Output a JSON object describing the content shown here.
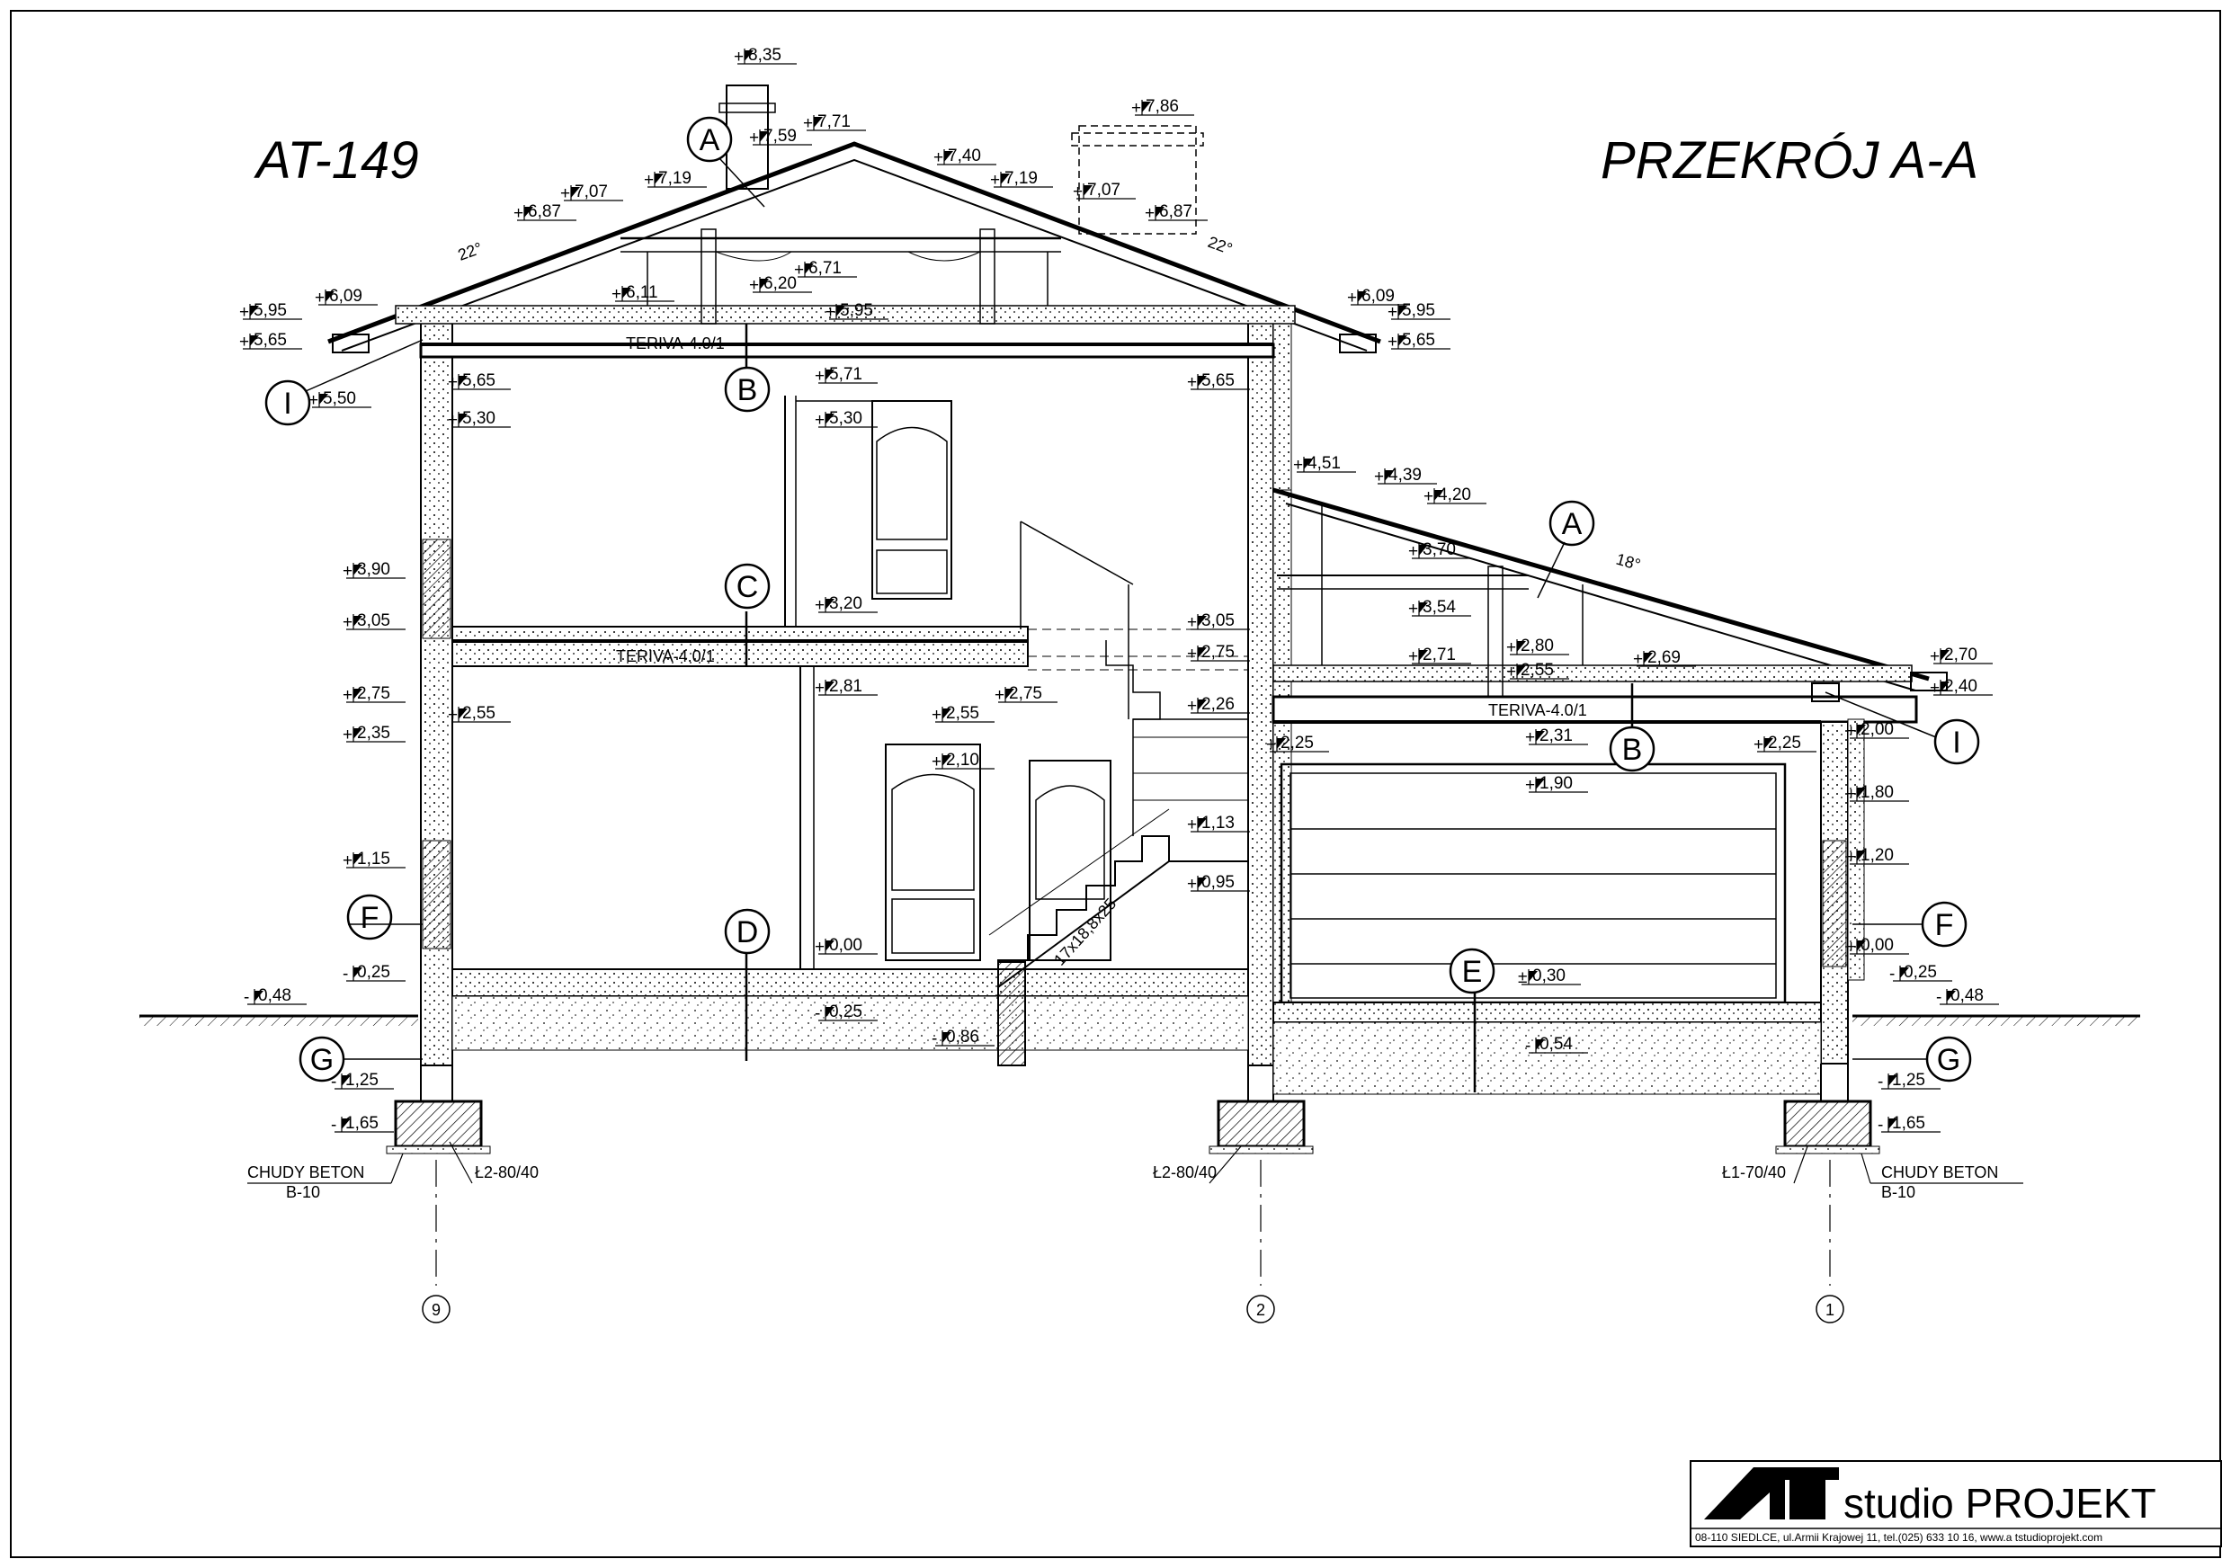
{
  "project_code": "AT-149",
  "section_title": "PRZEKRÓJ  A-A",
  "ceiling_label": "TERIVA-4.0/1",
  "stair_label": "17x18,8x25",
  "roof_angles": {
    "main_left": "22°",
    "main_right": "22°",
    "garage": "18°"
  },
  "section_markers": {
    "a": "A",
    "b": "B",
    "c": "C",
    "d": "D",
    "e": "E",
    "f": "F",
    "g": "G",
    "i": "I"
  },
  "axes": {
    "left": "9",
    "middle": "2",
    "right": "1"
  },
  "footings": {
    "left": "Ł2-80/40",
    "middle": "Ł2-80/40",
    "right": "Ł1-70/40",
    "lean_concrete": "CHUDY BETON",
    "concrete_class": "B-10"
  },
  "levels": {
    "l835": "8,35",
    "l786": "7,86",
    "l771": "7,71",
    "l759": "7,59",
    "l740": "7,40",
    "l719a": "7,19",
    "l719b": "7,19",
    "l707a": "7,07",
    "l707b": "7,07",
    "l687a": "6,87",
    "l687b": "6,87",
    "l671": "6,71",
    "l620": "6,20",
    "l611": "6,11",
    "l609a": "6,09",
    "l609b": "6,09",
    "l595a": "5,95",
    "l595b": "5,95",
    "l595c": "5,95",
    "l571": "5,71",
    "l565a": "5,65",
    "l565b": "5,65",
    "l565c": "5,65",
    "l565d": "5,65",
    "l550": "5,50",
    "l530a": "5,30",
    "l530b": "5,30",
    "l451": "4,51",
    "l439": "4,39",
    "l420": "4,20",
    "l390": "3,90",
    "l370": "3,70",
    "l354": "3,54",
    "l320": "3,20",
    "l305a": "3,05",
    "l305b": "3,05",
    "l280": "2,80",
    "l281": "2,81",
    "l275a": "2,75",
    "l275b": "2,75",
    "l275c": "2,75",
    "l271": "2,71",
    "l270": "2,70",
    "l269": "2,69",
    "l255a": "2,55",
    "l255b": "2,55",
    "l255c": "2,55",
    "l240": "2,40",
    "l235": "2,35",
    "l231": "2,31",
    "l226": "2,26",
    "l225a": "2,25",
    "l225b": "2,25",
    "l210": "2,10",
    "l200": "2,00",
    "l190": "1,90",
    "l180": "1,80",
    "l120": "1,20",
    "l115": "1,15",
    "l113": "1,13",
    "l095": "0,95",
    "l000a": "0,00",
    "l000b": "0,00",
    "l030": "0,30",
    "m025a": "0,25",
    "m025b": "0,25",
    "m025c": "0,25",
    "m048a": "0,48",
    "m048b": "0,48",
    "m054": "0,54",
    "m086": "0,86",
    "m125a": "1,25",
    "m125b": "1,25",
    "m165a": "1,65",
    "m165b": "1,65"
  },
  "title_block": {
    "logo": "AT",
    "name": "studio PROJEKT",
    "address": "08-110 SIEDLCE, ul.Armii Krajowej 11, tel.(025) 633 10 16, www.a tstudioprojekt.com"
  }
}
